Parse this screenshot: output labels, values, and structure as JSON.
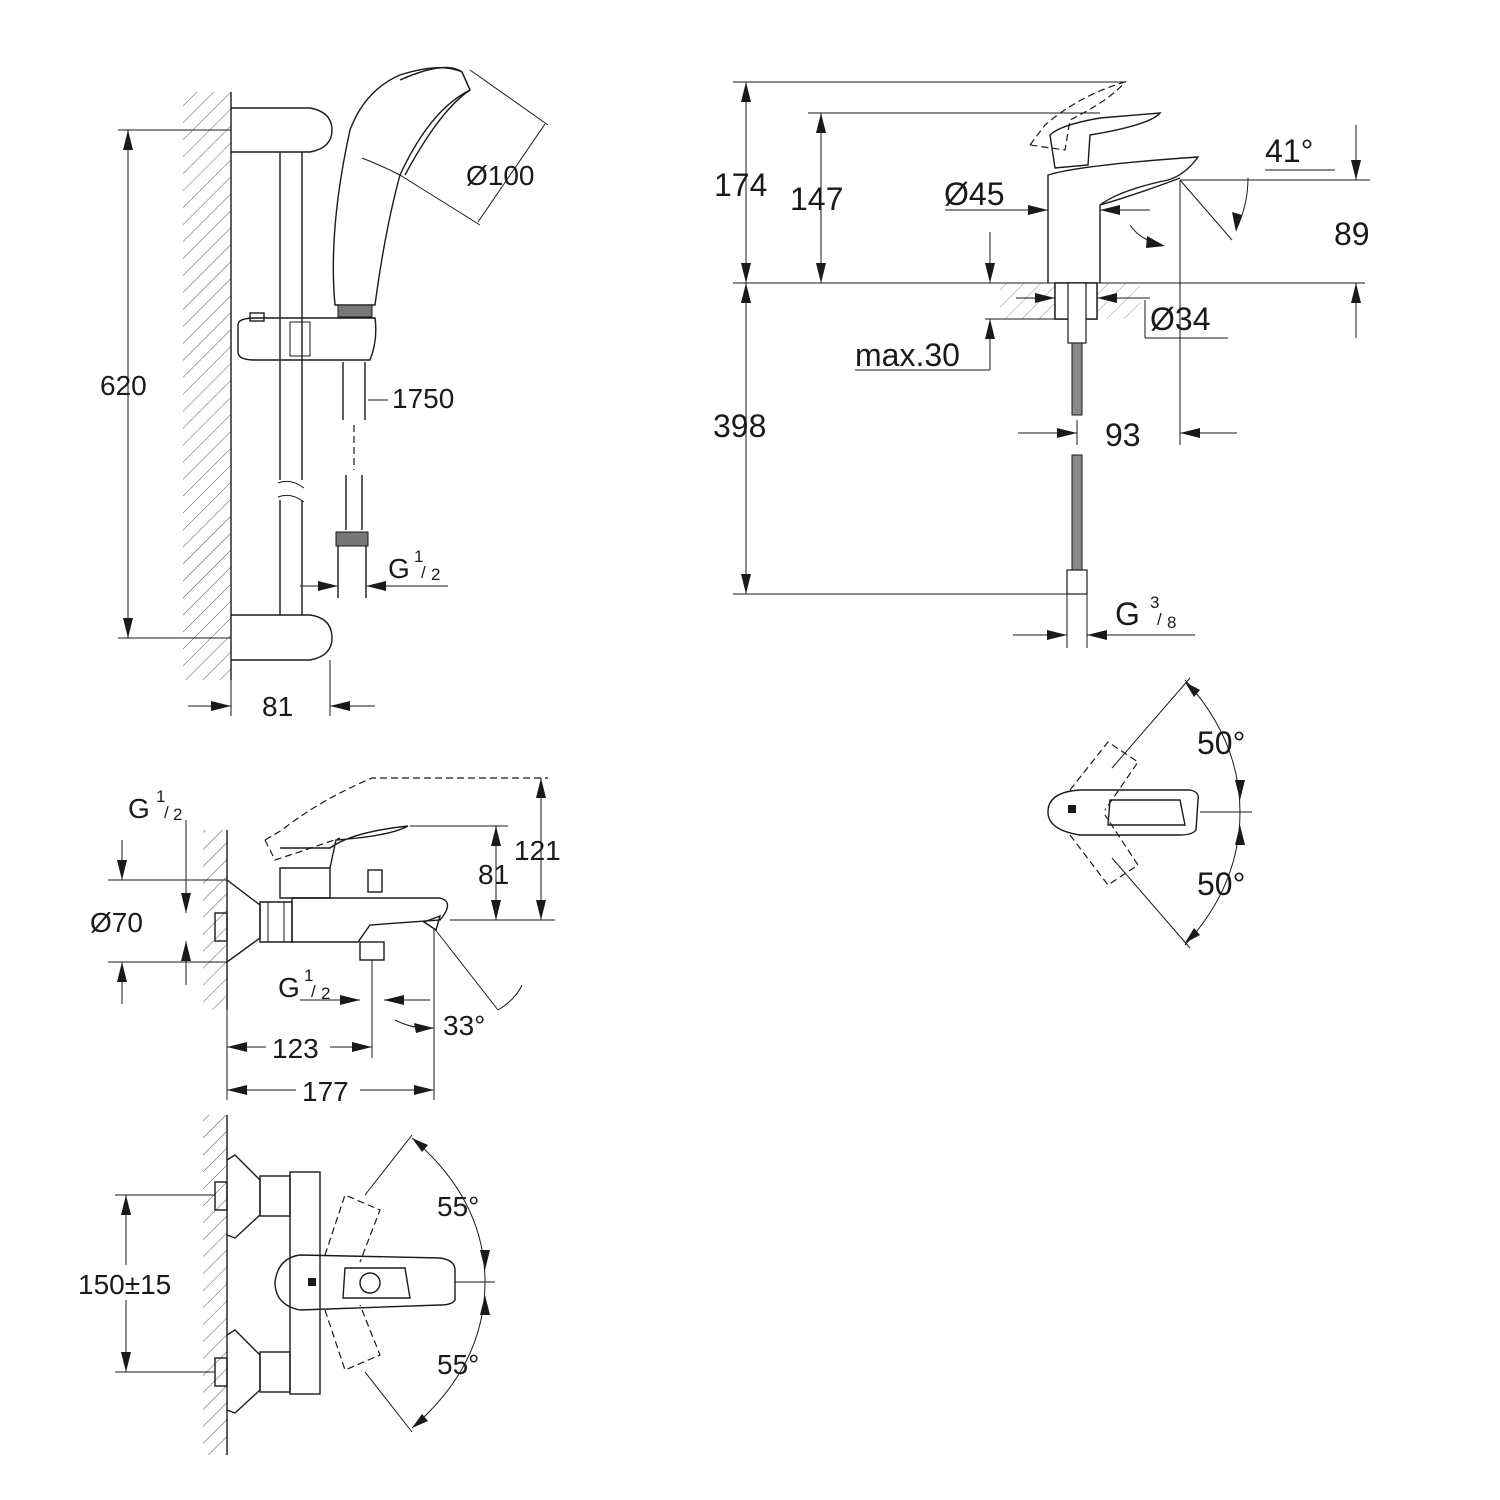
{
  "shower_set": {
    "dim_height": "620",
    "dim_head_diameter": "Ø100",
    "dim_hose_length": "1750",
    "dim_connection": "G",
    "dim_connection_frac_num": "1",
    "dim_connection_frac_den": "2",
    "dim_depth": "81"
  },
  "basin_mixer": {
    "dim_total_height": "174",
    "dim_spout_height": "147",
    "dim_body_diameter": "Ø45",
    "dim_swivel_angle": "41°",
    "dim_spout_clearance": "89",
    "dim_hole_diameter": "Ø34",
    "dim_max_thickness": "max.30",
    "dim_hose_length": "398",
    "dim_spout_reach": "93",
    "dim_connection": "G",
    "dim_connection_frac_num": "3",
    "dim_connection_frac_den": "8",
    "dim_lever_angle_upper": "50°",
    "dim_lever_angle_lower": "50°"
  },
  "bath_mixer": {
    "dim_inlet": "G",
    "dim_inlet_frac_num": "1",
    "dim_inlet_frac_den": "2",
    "dim_rosette_diameter": "Ø70",
    "dim_outlet_height": "81",
    "dim_total_height": "121",
    "dim_outlet": "G",
    "dim_outlet_frac_num": "1",
    "dim_outlet_frac_den": "2",
    "dim_spout_angle": "33°",
    "dim_outlet_distance": "123",
    "dim_projection": "177",
    "dim_centres": "150±15",
    "dim_lever_angle_upper": "55°",
    "dim_lever_angle_lower": "55°"
  }
}
